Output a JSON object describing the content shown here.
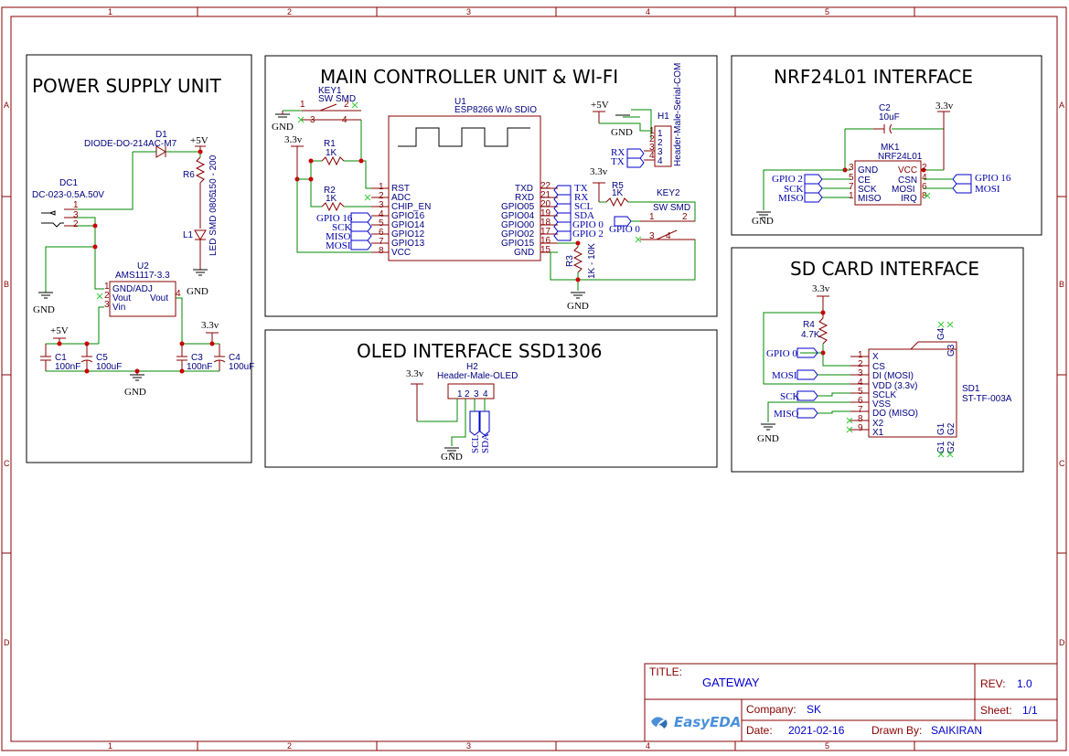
{
  "sheet": {
    "columns": [
      "1",
      "2",
      "3",
      "4",
      "5"
    ],
    "rows": [
      "A",
      "B",
      "C",
      "D"
    ]
  },
  "sections": {
    "power": "POWER SUPPLY UNIT",
    "mcu": "MAIN CONTROLLER UNIT & WI-FI",
    "nrf": "NRF24L01 INTERFACE",
    "oled": "OLED INTERFACE SSD1306",
    "sd": "SD CARD INTERFACE"
  },
  "power": {
    "d1_ref": "D1",
    "d1_val": "DIODE-DO-214AC-M7",
    "dc1_ref": "DC1",
    "dc1_val": "DC-023-0.5A.50V",
    "r6_ref": "R6",
    "r6_val": "150 - 200",
    "l1_ref": "L1",
    "l1_val": "LED SMD 0805",
    "u2_ref": "U2",
    "u2_val": "AMS1117-3.3",
    "u2_gnd": "GND/ADJ",
    "u2_vout_l": "Vout",
    "u2_vin": "Vin",
    "u2_vout_r": "Vout",
    "c1": "C1",
    "c1_val": "100nF",
    "c5": "C5",
    "c5_val": "100uF",
    "c3": "C3",
    "c3_val": "100nF",
    "c4": "C4",
    "c4_val": "100uF",
    "p5v": "+5V",
    "gnd": "GND",
    "v33": "3.3v"
  },
  "mcu": {
    "key1_ref": "KEY1",
    "key1_val": "SW SMD",
    "r1_ref": "R1",
    "r1_val": "1K",
    "r2_ref": "R2",
    "r2_val": "1K",
    "u1_ref": "U1",
    "u1_val": "ESP8266 W/o SDIO",
    "left_pins": [
      "RST",
      "ADC",
      "CHIP_EN",
      "GPIO16",
      "GPIO14",
      "GPIO12",
      "GPIO13",
      "VCC"
    ],
    "left_nums": [
      "1",
      "2",
      "3",
      "4",
      "5",
      "6",
      "7",
      "8"
    ],
    "right_pins": [
      "TXD",
      "RXD",
      "GPIO05",
      "GPIO04",
      "GPIO00",
      "GPIO02",
      "GPIO15",
      "GND"
    ],
    "right_nums": [
      "22",
      "21",
      "20",
      "19",
      "18",
      "17",
      "16",
      "15"
    ],
    "left_flags": [
      "GPIO 16",
      "SCK",
      "MISO",
      "MOSI"
    ],
    "right_flags": [
      "TX",
      "RX",
      "SCL",
      "SDA",
      "GPIO 0",
      "GPIO 2"
    ],
    "h1_ref": "H1",
    "h1_val": "Header-Male-Serial-COM",
    "h1_flags": [
      "RX",
      "TX"
    ],
    "r5_ref": "R5",
    "r5_val": "1K",
    "key2_ref": "KEY2",
    "key2_val": "SW SMD",
    "r3_ref": "R3",
    "r3_val": "1K - 10K",
    "gpio0": "GPIO 0",
    "p5v": "+5V",
    "v33": "3.3v",
    "gnd": "GND"
  },
  "nrf": {
    "c2_ref": "C2",
    "c2_val": "10uF",
    "mk1_ref": "MK1",
    "mk1_val": "NRF24L01",
    "left_pins": [
      "GND",
      "CE",
      "SCK",
      "MISO"
    ],
    "left_nums": [
      "3",
      "5",
      "7",
      "1"
    ],
    "right_pins": [
      "VCC",
      "CSN",
      "MOSI",
      "IRQ"
    ],
    "right_nums": [
      "2",
      "4",
      "6",
      "8"
    ],
    "left_flags": [
      "GPIO 2",
      "SCK",
      "MISO"
    ],
    "right_flags": [
      "GPIO 16",
      "MOSI"
    ],
    "v33": "3.3v",
    "gnd": "GND"
  },
  "oled": {
    "h2_ref": "H2",
    "h2_val": "Header-Male-OLED",
    "pins": [
      "1",
      "2",
      "3",
      "4"
    ],
    "flags": [
      "SCL",
      "SDA"
    ],
    "v33": "3.3v",
    "gnd": "GND"
  },
  "sd": {
    "r4_ref": "R4",
    "r4_val": "4.7K",
    "sd1_ref": "SD1",
    "sd1_val": "ST-TF-003A",
    "pins": [
      "X",
      "CS",
      "DI (MOSI)",
      "VDD (3.3v)",
      "SCLK",
      "VSS",
      "DO (MISO)",
      "X2",
      "X1"
    ],
    "nums": [
      "1",
      "2",
      "3",
      "4",
      "5",
      "6",
      "7",
      "8",
      "9"
    ],
    "flags": [
      "GPIO 0",
      "MOSI",
      "SCK",
      "MISO"
    ],
    "g_top": [
      "G4",
      "G3"
    ],
    "g_bot": [
      "G1",
      "G2"
    ],
    "v33": "3.3v",
    "gnd": "GND"
  },
  "titleblock": {
    "title_label": "TITLE:",
    "title": "GATEWAY",
    "rev_label": "REV:",
    "rev": "1.0",
    "company_label": "Company:",
    "company": "SK",
    "sheet_label": "Sheet:",
    "sheet": "1/1",
    "date_label": "Date:",
    "date": "2021-02-16",
    "drawn_label": "Drawn By:",
    "drawn": "SAIKIRAN",
    "logo": "EasyEDA"
  }
}
